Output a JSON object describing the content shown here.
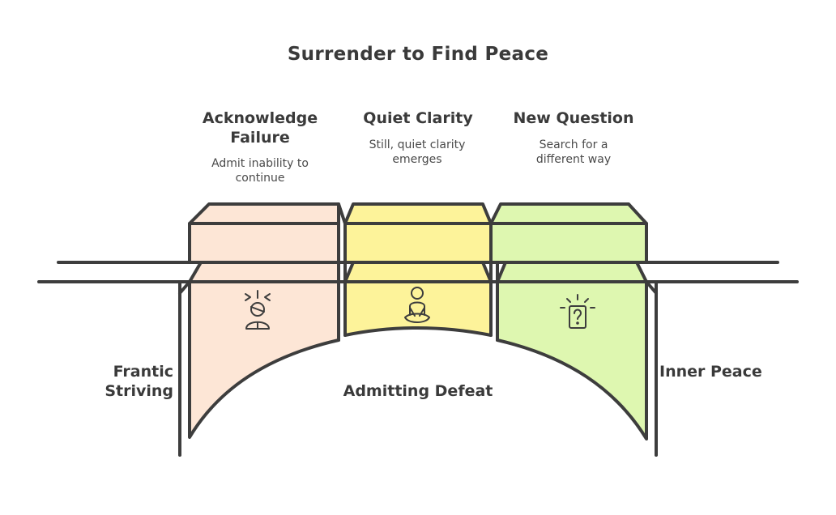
{
  "title": "Surrender to Find Peace",
  "steps": [
    {
      "heading": "Acknowledge Failure",
      "description": "Admit inability to continue",
      "icon": "stressed-person-icon",
      "color": "#fde6d6"
    },
    {
      "heading": "Quiet Clarity",
      "description": "Still, quiet clarity emerges",
      "icon": "meditating-person-icon",
      "color": "#fdf39a"
    },
    {
      "heading": "New Question",
      "description": "Search for a different way",
      "icon": "question-box-icon",
      "color": "#def7b0"
    }
  ],
  "left_bank": "Frantic Striving",
  "right_bank": "Inner Peace",
  "bridge_label": "Admitting Defeat",
  "stroke_color": "#3d3d3d"
}
